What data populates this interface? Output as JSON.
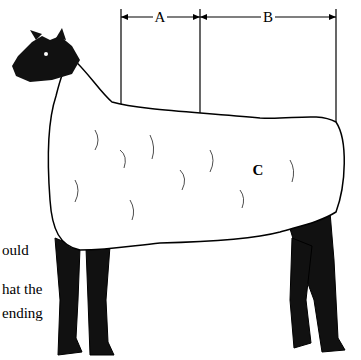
{
  "diagram": {
    "labels": [
      "A",
      "B",
      "C",
      "ould",
      "hat the",
      "ending"
    ]
  }
}
